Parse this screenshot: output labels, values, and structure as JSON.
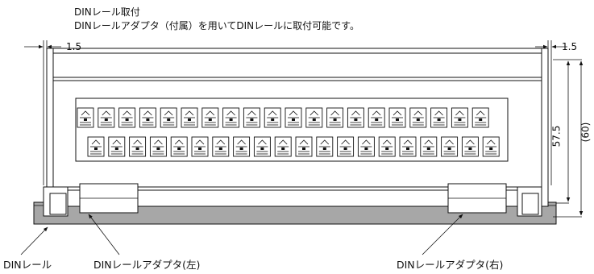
{
  "header": {
    "title": "DINレール取付",
    "subtitle": "DINレールアダプタ（付属）を用いてDINレールに取付可能です。"
  },
  "dimensions": {
    "left_gap": "1.5",
    "right_gap": "1.5",
    "height_inner": "57.5",
    "height_outer": "(60)"
  },
  "callouts": {
    "din_rail": "DINレール",
    "adapter_left": "DINレールアダプタ(左)",
    "adapter_right": "DINレールアダプタ(右)"
  },
  "terminal_block": {
    "top_row_count": 20,
    "bottom_row_count": 20
  },
  "colors": {
    "rail": "#a7a7a7",
    "line": "#111111"
  }
}
